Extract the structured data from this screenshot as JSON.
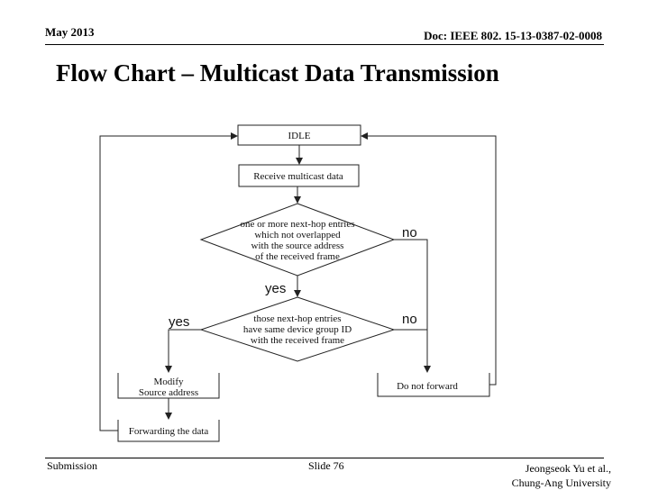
{
  "header": {
    "date": "May 2013",
    "doc": "Doc: IEEE 802. 15-13-0387-02-0008"
  },
  "title": "Flow Chart – Multicast Data Transmission",
  "flowchart": {
    "idle": "IDLE",
    "receive": "Receive multicast data",
    "decision1": {
      "line1": "one or more next-hop entries",
      "line2": "which not overlapped",
      "line3": "with the source address",
      "line4": "of the received frame"
    },
    "decision2": {
      "line1": "those next-hop entries",
      "line2": "have same device group ID",
      "line3": "with the received frame"
    },
    "label_no_1": "no",
    "label_yes_1": "yes",
    "label_yes_2": "yes",
    "label_no_2": "no",
    "modify": {
      "line1": "Modify",
      "line2": "Source address"
    },
    "forwarding": "Forwarding the data",
    "do_not_forward": "Do not forward"
  },
  "footer": {
    "left": "Submission",
    "center": "Slide 76",
    "right_line1": "Jeongseok Yu et al.,",
    "right_line2": "Chung-Ang University"
  }
}
